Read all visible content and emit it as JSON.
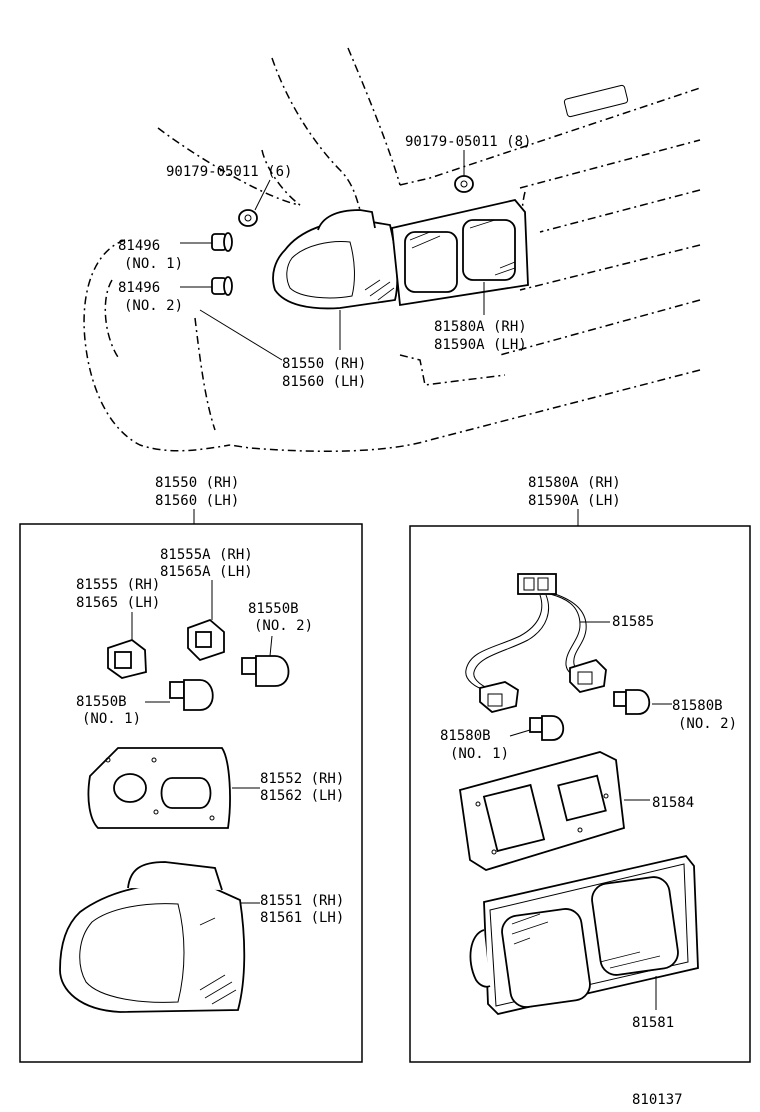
{
  "top": {
    "clip_90179_left": "90179-05011 (6)",
    "clip_90179_right": "90179-05011 (8)",
    "p81496_no1_num": "81496",
    "p81496_no1_sub": "(NO. 1)",
    "p81496_no2_num": "81496",
    "p81496_no2_sub": "(NO. 2)",
    "p81580a_rh": "81580A (RH)",
    "p81590a_lh": "81590A (LH)",
    "p81550_rh": "81550 (RH)",
    "p81560_lh": "81560 (LH)"
  },
  "left_box": {
    "header_rh": "81550 (RH)",
    "header_lh": "81560 (LH)",
    "p81555a_rh": "81555A (RH)",
    "p81565a_lh": "81565A (LH)",
    "p81555_rh": "81555 (RH)",
    "p81565_lh": "81565 (LH)",
    "p81550b_no2_num": "81550B",
    "p81550b_no2_sub": "(NO. 2)",
    "p81550b_no1_num": "81550B",
    "p81550b_no1_sub": "(NO. 1)",
    "p81552_rh": "81552 (RH)",
    "p81562_lh": "81562 (LH)",
    "p81551_rh": "81551 (RH)",
    "p81561_lh": "81561 (LH)"
  },
  "right_box": {
    "header_rh": "81580A (RH)",
    "header_lh": "81590A (LH)",
    "p81585": "81585",
    "p81580b_no2_num": "81580B",
    "p81580b_no2_sub": "(NO. 2)",
    "p81580b_no1_num": "81580B",
    "p81580b_no1_sub": "(NO. 1)",
    "p81584": "81584",
    "p81581": "81581"
  },
  "figure_number": "810137"
}
